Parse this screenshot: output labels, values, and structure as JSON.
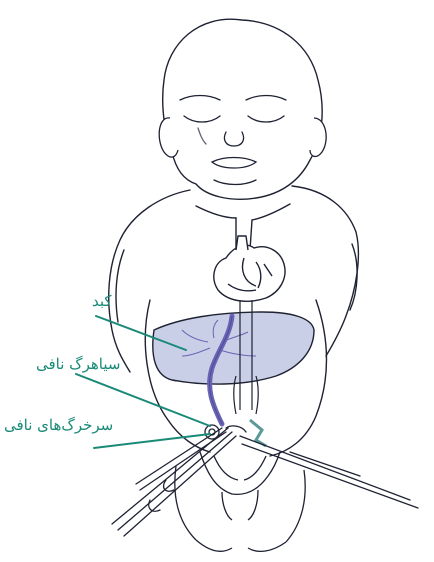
{
  "labels": {
    "liver": "کبد",
    "umbilical_vein": "سیاهرگ نافی",
    "umbilical_arteries": "سرخرگ‌های نافی"
  },
  "colors": {
    "outline": "#1e2233",
    "liver_fill": "#c9cfe6",
    "vein": "#6a64b4",
    "leader": "#1a8a78",
    "clamp": "#5a9a98"
  }
}
